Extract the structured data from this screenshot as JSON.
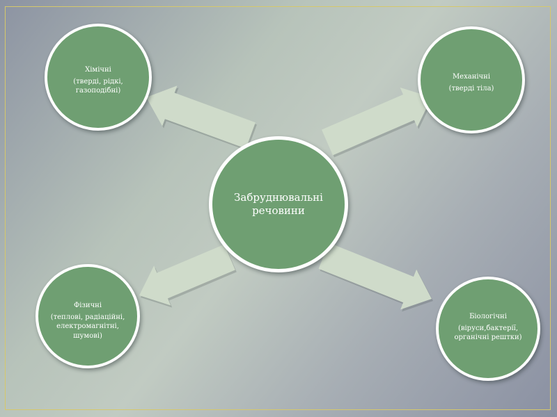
{
  "diagram": {
    "center": {
      "line1": "Забруднювальні",
      "line2": "речовини"
    },
    "nodes": {
      "chemical": {
        "title": "Хімічні",
        "detail": "(тверді, рідкі, газоподібні)"
      },
      "mechanical": {
        "title": "Механічні",
        "detail": "(тверді тіла)"
      },
      "physical": {
        "title": "Фізичні",
        "detail": "(теплові, радіаційні, електромагнітні, шумові)"
      },
      "biological": {
        "title": "Біологічні",
        "detail": "(віруси,бактерії,",
        "detail2": "органічні рештки)"
      }
    },
    "colors": {
      "node_fill": "#6f9f72",
      "node_border": "#ffffff",
      "arrow_fill": "#cfdbca",
      "frame": "#d6c86a"
    }
  }
}
